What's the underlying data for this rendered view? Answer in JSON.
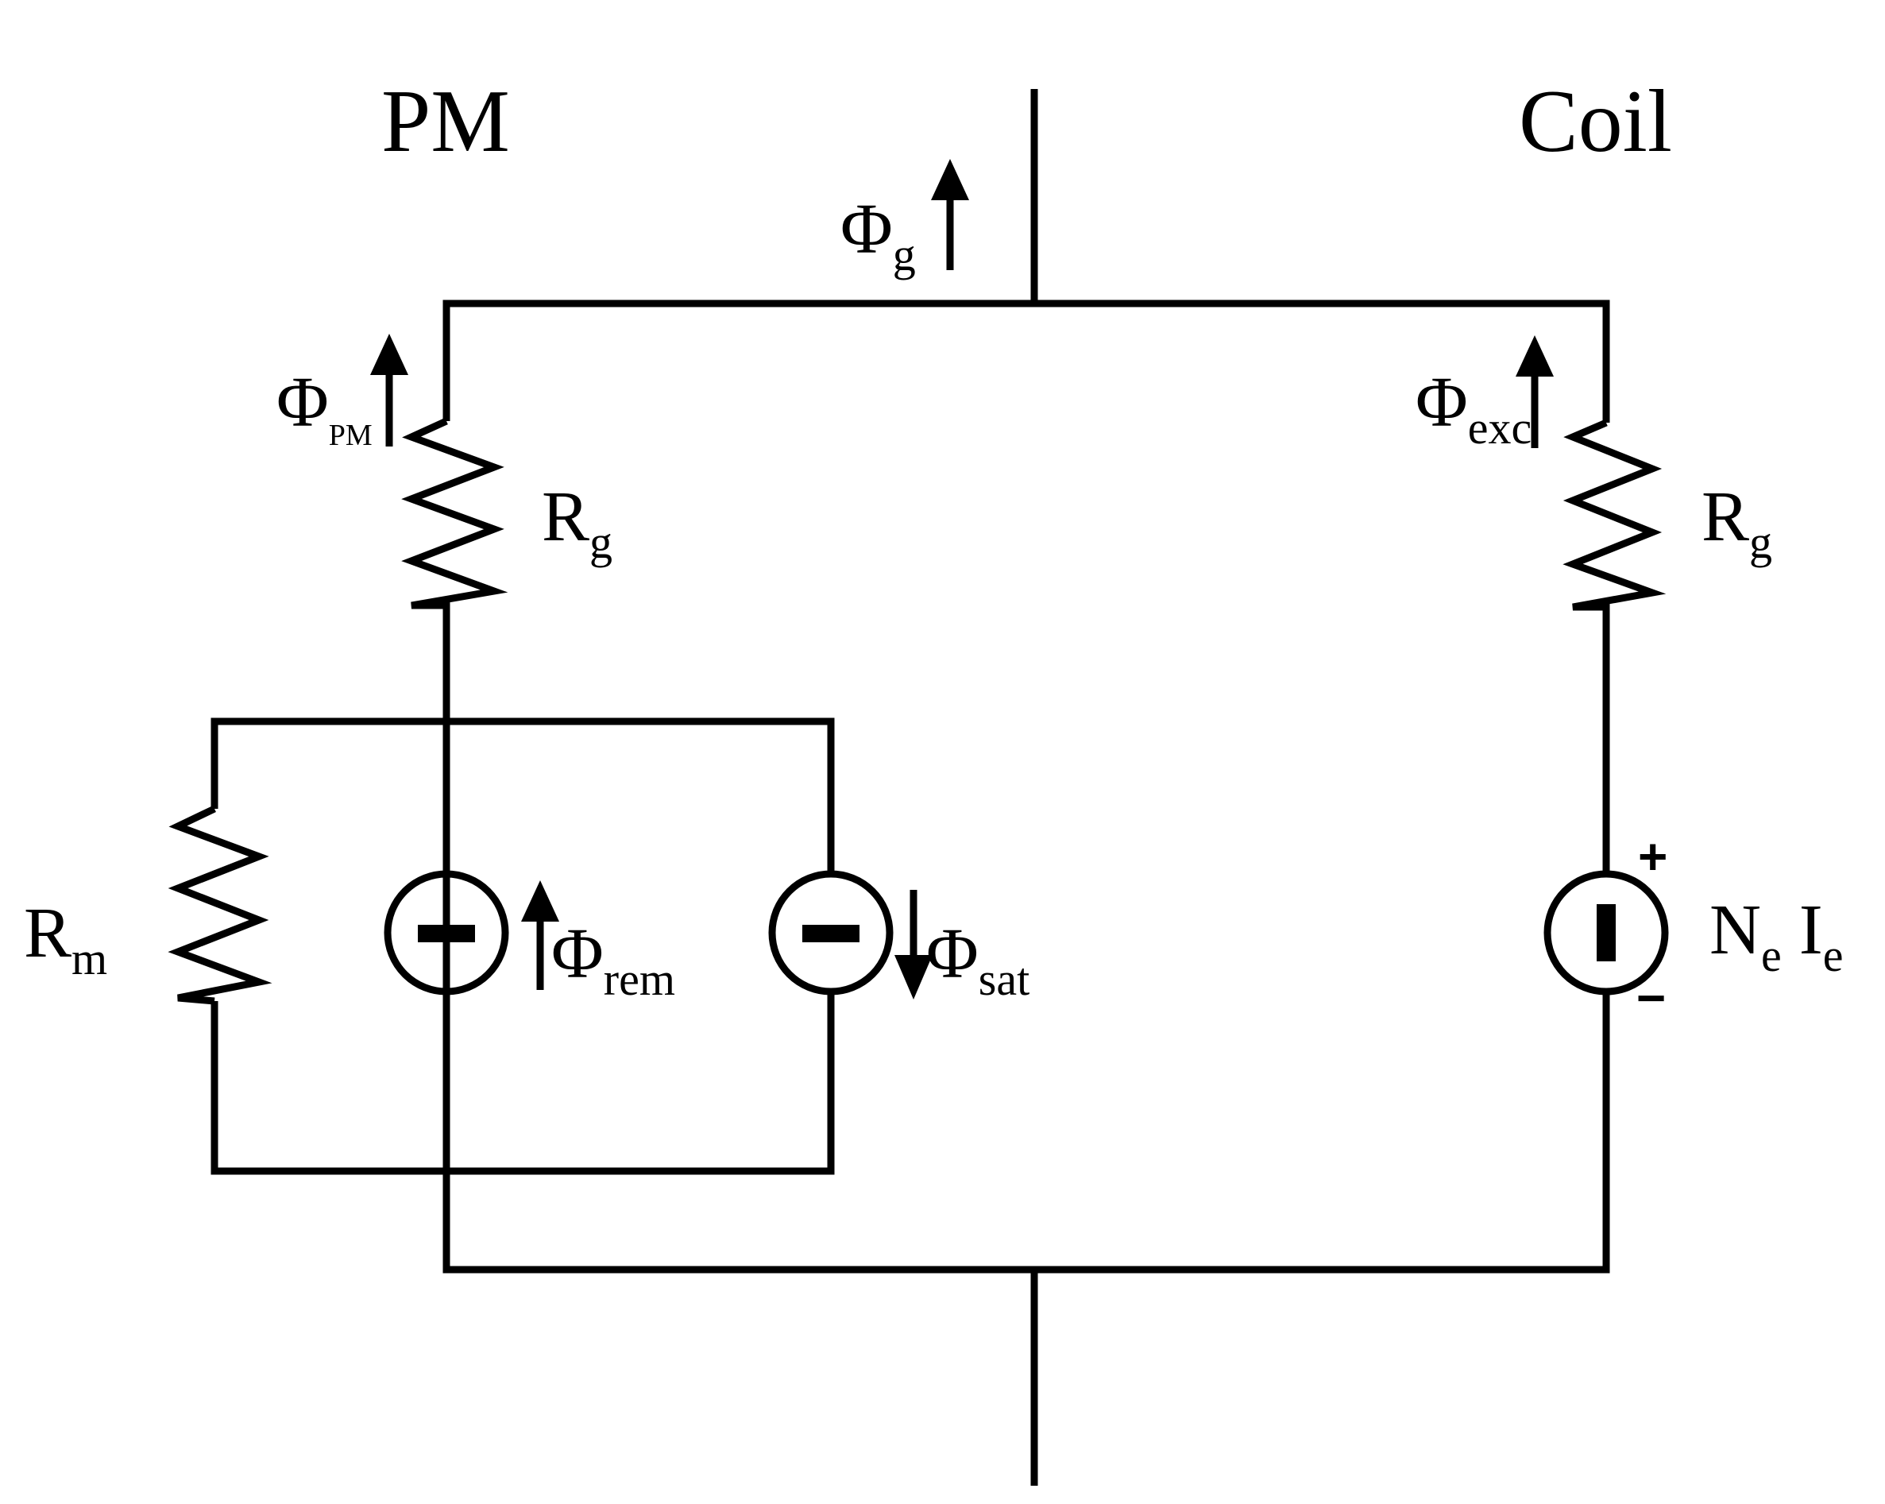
{
  "labels": {
    "pm": "PM",
    "coil": "Coil",
    "phi_g": {
      "base": "Φ",
      "sub": "g"
    },
    "phi_pm": {
      "base": "Φ",
      "sub": "PM"
    },
    "phi_exc": {
      "base": "Φ",
      "sub": "exc"
    },
    "phi_rem": {
      "base": "Φ",
      "sub": "rem"
    },
    "phi_sat": {
      "base": "Φ",
      "sub": "sat"
    },
    "rg_left": {
      "base": "R",
      "sub": "g"
    },
    "rg_right": {
      "base": "R",
      "sub": "g"
    },
    "rm": {
      "base": "R",
      "sub": "m"
    },
    "ne_ie": {
      "n": "N",
      "n_sub": "e",
      "i": "I",
      "i_sub": "e"
    },
    "plus": "+",
    "minus": "−"
  },
  "elements": {
    "current_sources": [
      "phi-rem-source",
      "phi-sat-source"
    ],
    "mmf_source": "ne-ie-source",
    "resistors": [
      "rg-left",
      "rg-right",
      "rm"
    ]
  },
  "colors": {
    "line": "#000000",
    "background": "#ffffff"
  }
}
